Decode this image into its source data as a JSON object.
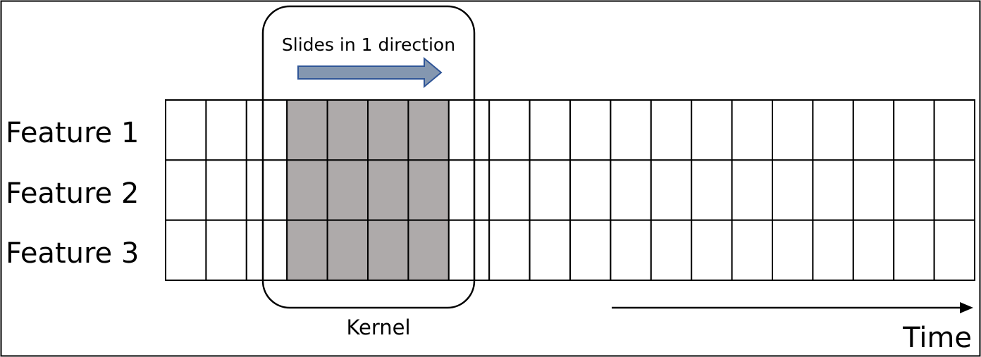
{
  "features": [
    "Feature 1",
    "Feature 2",
    "Feature 3"
  ],
  "grid": {
    "columns": 20,
    "highlighted_columns": [
      3,
      4,
      5,
      6
    ]
  },
  "kernel": {
    "direction_label": "Slides in 1 direction",
    "label": "Kernel"
  },
  "time_label": "Time",
  "colors": {
    "kernel_fill": "#aeaaaa",
    "cell_border": "#000000",
    "arrow_fill": "#8497b0",
    "arrow_border": "#2f5597",
    "background": "#ffffff"
  }
}
